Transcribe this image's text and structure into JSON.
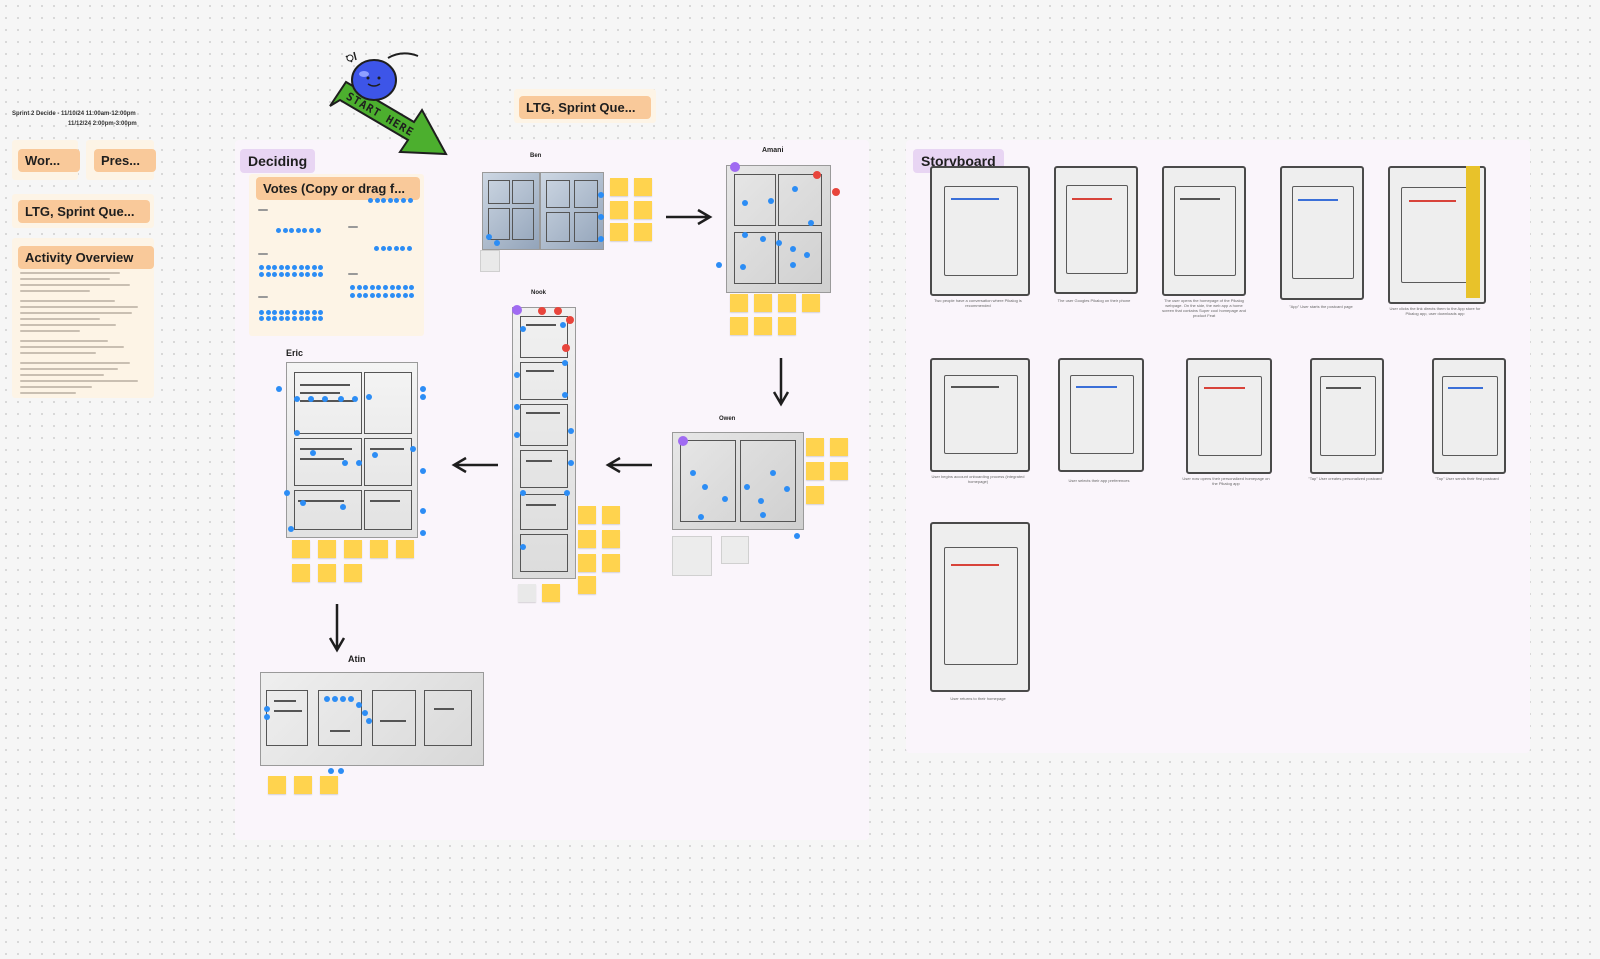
{
  "sidebar": {
    "session_title_line1": "Sprint 2 Decide - 11/10/24 11:00am-12:00pm",
    "session_title_line2": "11/12/24 2:00pm-3:00pm",
    "chips": {
      "wor": "Wor...",
      "pres": "Pres...",
      "ltg": "LTG, Sprint Que...",
      "activity": "Activity Overview"
    }
  },
  "header_chip": "LTG, Sprint Que...",
  "sticker": {
    "text": "START HERE"
  },
  "deciding": {
    "label": "Deciding",
    "votes_chip": "Votes (Copy or drag f...",
    "people": {
      "ben": "Ben",
      "amani": "Amani",
      "nook": "Nook",
      "owen": "Owen",
      "eric": "Eric",
      "atin": "Atin"
    }
  },
  "storyboard": {
    "label": "Storyboard",
    "captions": [
      "Two people have a conversation where Pikalog is recommended",
      "The user Googles Pikalog on their phone",
      "The user opens the homepage of the Pikalog webpage. On the side, the web app a home screen that contains Super cool homepage and product Feat",
      "\"App\" User starts the postcard page",
      "User clicks the link directs them to the App store for Pikalog app, user downloads app",
      "User begins account onboarding process (integrated homepage)",
      "User selects their app preferences",
      "User now opens their personalized homepage on the Pikalog app",
      "\"Tap\" User creates personalized postcard",
      "\"Tap\" User sends their first postcard",
      "User returns to their homepage"
    ]
  },
  "colors": {
    "canvas": "#f6f6f6",
    "section": "#faf5fb",
    "label_purple": "#e8d5f3",
    "chip_orange": "#f9c99a",
    "sticky_yellow": "#ffd34e",
    "vote_blue": "#2c8df5",
    "sticker_green": "#4caf2e",
    "cherry_blue": "#3d55e8"
  }
}
